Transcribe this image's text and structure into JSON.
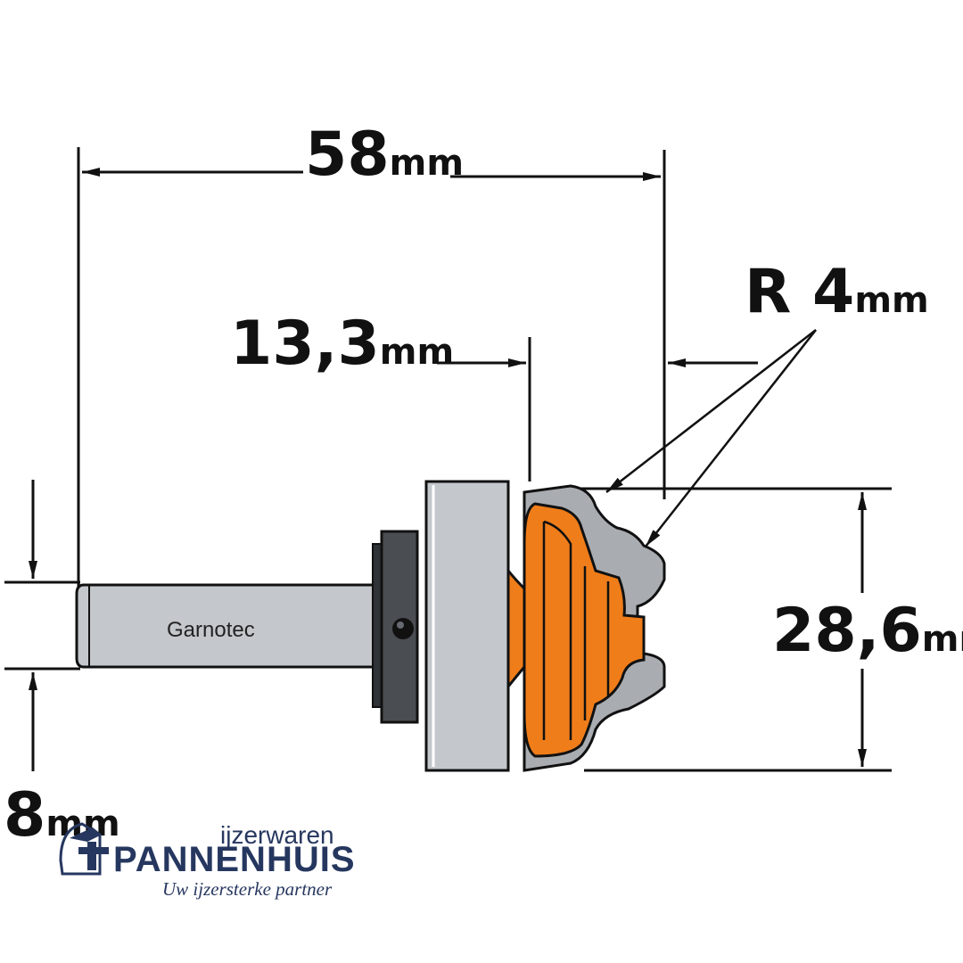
{
  "diagram": {
    "overall_length": {
      "value": "58",
      "unit": "mm"
    },
    "cut_depth": {
      "value": "13,3",
      "unit": "mm"
    },
    "radius": {
      "value": "R 4",
      "unit": "mm"
    },
    "cut_height": {
      "value": "28,6",
      "unit": "mm"
    },
    "shank_diameter": {
      "value": "8",
      "unit": "mm"
    },
    "shank_brand": "Garnotec"
  },
  "logo": {
    "top_line": "ijzerwaren",
    "name": "PANNENHUIS",
    "tagline": "Uw ijzersterke partner",
    "icon": "house-hammer-icon"
  },
  "colors": {
    "cutter_orange": "#ef7d1a",
    "carbide_gray": "#a9adb1",
    "shank_gray": "#c4c8cc",
    "collar_dark": "#4a4d52",
    "logo_navy": "#26375f"
  }
}
